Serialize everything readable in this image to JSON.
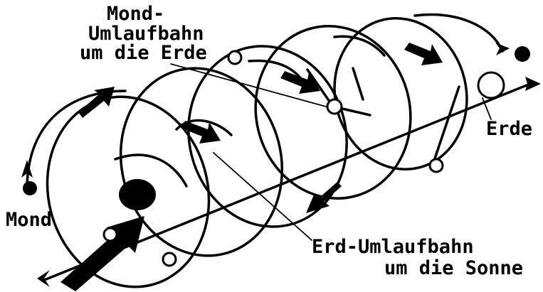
{
  "labels": {
    "moon_orbit_line1": "Mond-",
    "moon_orbit_line2": "Umlaufbahn",
    "moon_orbit_line3": "um die Erde",
    "earth": "Erde",
    "moon": "Mond",
    "earth_orbit_line1": "Erd-Umlaufbahn",
    "earth_orbit_line2": "um die Sonne"
  },
  "icons": [
    "sun-dot-icon",
    "earth-circle-icon",
    "moon-dot-icon",
    "direction-arrow-icon"
  ]
}
